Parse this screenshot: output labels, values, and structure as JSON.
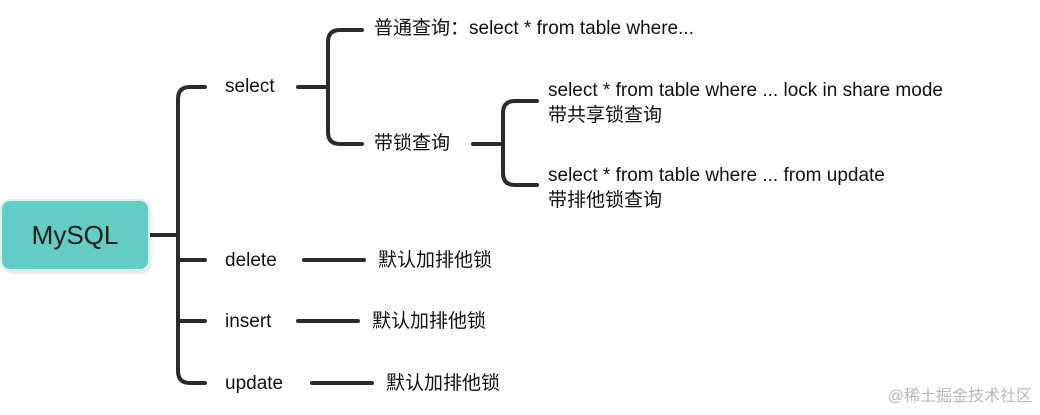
{
  "root": {
    "label": "MySQL"
  },
  "operations": [
    {
      "name": "select",
      "children": [
        {
          "label": "普通查询：select * from table where..."
        },
        {
          "label": "带锁查询",
          "children": [
            {
              "line1": "select * from table where ... lock in share mode",
              "line2": "带共享锁查询"
            },
            {
              "line1": "select * from table where ... from update",
              "line2": "带排他锁查询"
            }
          ]
        }
      ]
    },
    {
      "name": "delete",
      "lock": "默认加排他锁"
    },
    {
      "name": "insert",
      "lock": "默认加排他锁"
    },
    {
      "name": "update",
      "lock": "默认加排他锁"
    }
  ],
  "watermark": "@稀土掘金技术社区",
  "colors": {
    "root_fill": "#62cdc5",
    "connector": "#2b2b2b",
    "text": "#111111",
    "watermark": "#b8b8b8"
  }
}
